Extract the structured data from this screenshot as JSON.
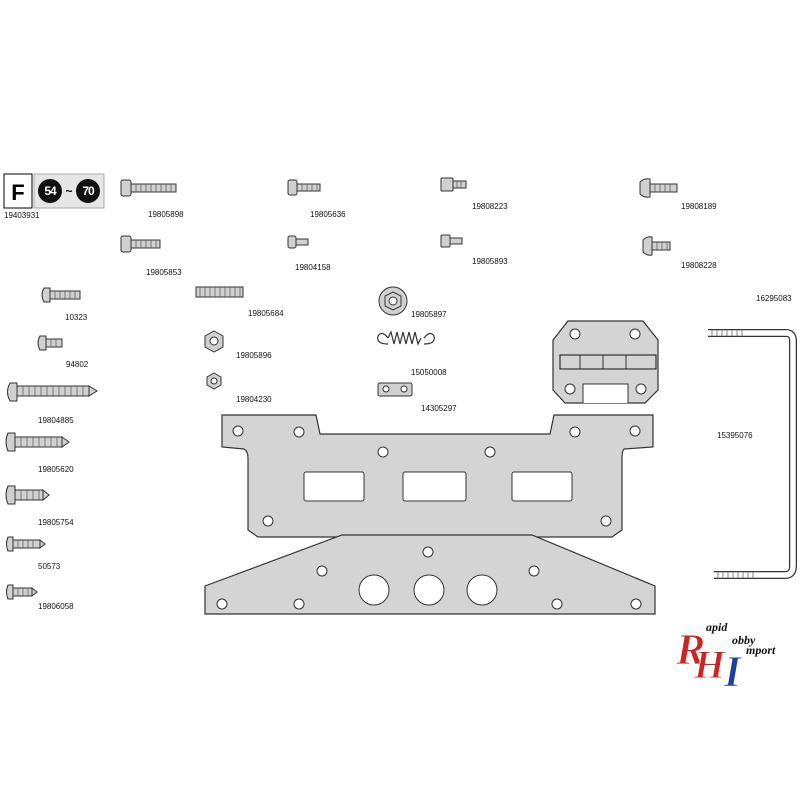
{
  "header": {
    "section_letter": "F",
    "step_start": "54",
    "step_tilde": "~",
    "step_end": "70",
    "part_number": "19403931"
  },
  "parts": {
    "screw_19805898": "19805898",
    "screw_19805636": "19805636",
    "screw_19808223": "19808223",
    "screw_19808189": "19808189",
    "screw_19805853": "19805853",
    "screw_19804158": "19804158",
    "screw_19805893": "19805893",
    "screw_19808228": "19808228",
    "screw_10323": "10323",
    "rod_19805684": "19805684",
    "nut_19805897": "19805897",
    "rod_16295083": "16295083",
    "screw_94802": "94802",
    "nut_19805896": "19805896",
    "spring_15050008": "15050008",
    "nut_19804230": "19804230",
    "clip_14305297": "14305297",
    "screw_19804885": "19804885",
    "upper_plate_15395076": "15395076",
    "screw_19805620": "19805620",
    "screw_19805754": "19805754",
    "screw_50573": "50573",
    "screw_19806058": "19806058"
  },
  "logo": {
    "letter_r": "R",
    "letter_h": "H",
    "letter_i": "I",
    "word_apid": "apid",
    "word_obby": "obby",
    "word_mport": "mport",
    "color_red": "#d32020",
    "color_blue": "#1b3fa0"
  },
  "colors": {
    "part_fill": "#d4d4d4",
    "outline": "#333333"
  }
}
